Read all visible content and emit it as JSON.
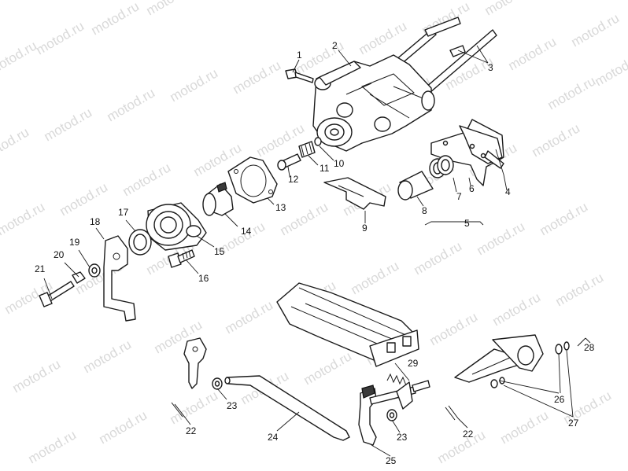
{
  "watermark": {
    "text": "motod.ru"
  },
  "callouts": [
    {
      "id": "1",
      "label": "1"
    },
    {
      "id": "2",
      "label": "2"
    },
    {
      "id": "3",
      "label": "3"
    },
    {
      "id": "4",
      "label": "4"
    },
    {
      "id": "5",
      "label": "5"
    },
    {
      "id": "6",
      "label": "6"
    },
    {
      "id": "7",
      "label": "7"
    },
    {
      "id": "8",
      "label": "8"
    },
    {
      "id": "9",
      "label": "9"
    },
    {
      "id": "10",
      "label": "10"
    },
    {
      "id": "11",
      "label": "11"
    },
    {
      "id": "12",
      "label": "12"
    },
    {
      "id": "13",
      "label": "13"
    },
    {
      "id": "14",
      "label": "14"
    },
    {
      "id": "15",
      "label": "15"
    },
    {
      "id": "16",
      "label": "16"
    },
    {
      "id": "17",
      "label": "17"
    },
    {
      "id": "18",
      "label": "18"
    },
    {
      "id": "19",
      "label": "19"
    },
    {
      "id": "20",
      "label": "20"
    },
    {
      "id": "21",
      "label": "21"
    },
    {
      "id": "22a",
      "label": "22"
    },
    {
      "id": "22b",
      "label": "22"
    },
    {
      "id": "23a",
      "label": "23"
    },
    {
      "id": "23b",
      "label": "23"
    },
    {
      "id": "24",
      "label": "24"
    },
    {
      "id": "25",
      "label": "25"
    },
    {
      "id": "26",
      "label": "26"
    },
    {
      "id": "27",
      "label": "27"
    },
    {
      "id": "28",
      "label": "28"
    },
    {
      "id": "29",
      "label": "29"
    }
  ]
}
